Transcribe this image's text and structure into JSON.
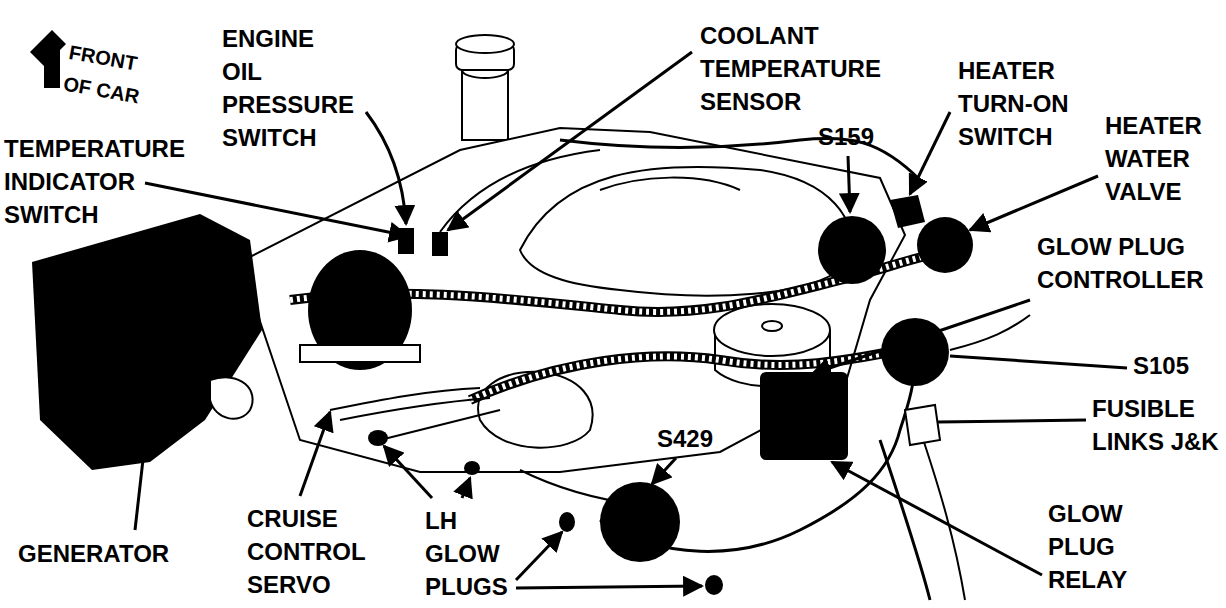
{
  "diagram": {
    "labels": [
      "FRONT OF CAR",
      "ENGINE OIL PRESSURE SWITCH",
      "COOLANT TEMPERATURE SENSOR",
      "HEATER TURN-ON SWITCH",
      "HEATER WATER VALVE",
      "TEMPERATURE INDICATOR SWITCH",
      "S159",
      "GLOW PLUG CONTROLLER",
      "S105",
      "FUSIBLE LINKS J&K",
      "S429",
      "GLOW PLUG RELAY",
      "GENERATOR",
      "CRUISE CONTROL SERVO",
      "LH GLOW PLUGS"
    ]
  }
}
